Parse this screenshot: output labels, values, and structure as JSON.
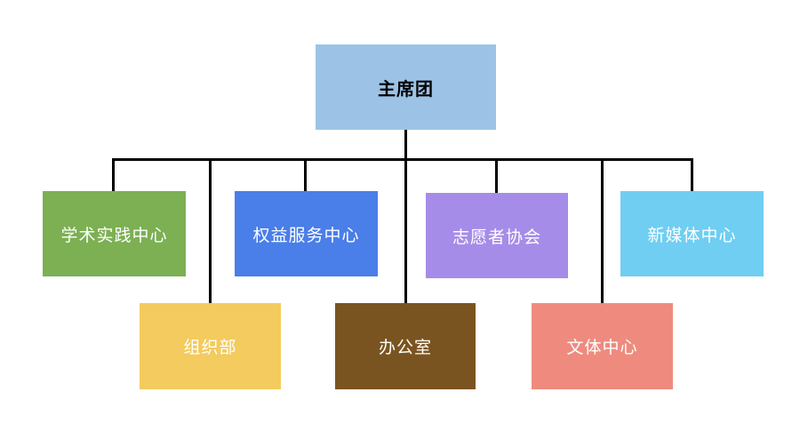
{
  "diagram": {
    "title": "student-union-org-chart",
    "background_color": "#ffffff",
    "line_color": "#000000",
    "root": {
      "label": "主席团",
      "color": "#9cc3e6",
      "text_color": "#000000"
    },
    "children": [
      {
        "label": "学术实践中心",
        "color": "#7cb053",
        "text_color": "#ffffff"
      },
      {
        "label": "组织部",
        "color": "#f3cb5e",
        "text_color": "#ffffff"
      },
      {
        "label": "权益服务中心",
        "color": "#4a7ee8",
        "text_color": "#ffffff"
      },
      {
        "label": "办公室",
        "color": "#7a5420",
        "text_color": "#ffffff"
      },
      {
        "label": "志愿者协会",
        "color": "#a68ce9",
        "text_color": "#ffffff"
      },
      {
        "label": "文体中心",
        "color": "#ef8b7e",
        "text_color": "#ffffff"
      },
      {
        "label": "新媒体中心",
        "color": "#6fcef2",
        "text_color": "#ffffff"
      }
    ]
  }
}
